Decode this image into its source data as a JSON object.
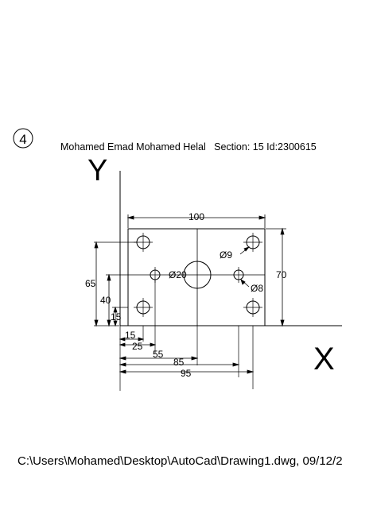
{
  "drawing": {
    "number": "4",
    "header": "Mohamed Emad Mohamed Helal   Section: 15 Id:2300615",
    "axis_y": "Y",
    "axis_x": "X",
    "dim_width": "100",
    "dim_height": "70",
    "dim_65": "65",
    "dim_40": "40",
    "dim_15v": "15",
    "dim_15h": "15",
    "dim_25": "25",
    "dim_55": "55",
    "dim_85": "85",
    "dim_95": "95",
    "label_d9": "Ø9",
    "label_d20": "Ø20",
    "label_d8": "Ø8"
  },
  "footer": {
    "path": "C:\\Users\\Mohamed\\Desktop\\AutoCad\\Drawing1.dwg, 09/12/2"
  }
}
